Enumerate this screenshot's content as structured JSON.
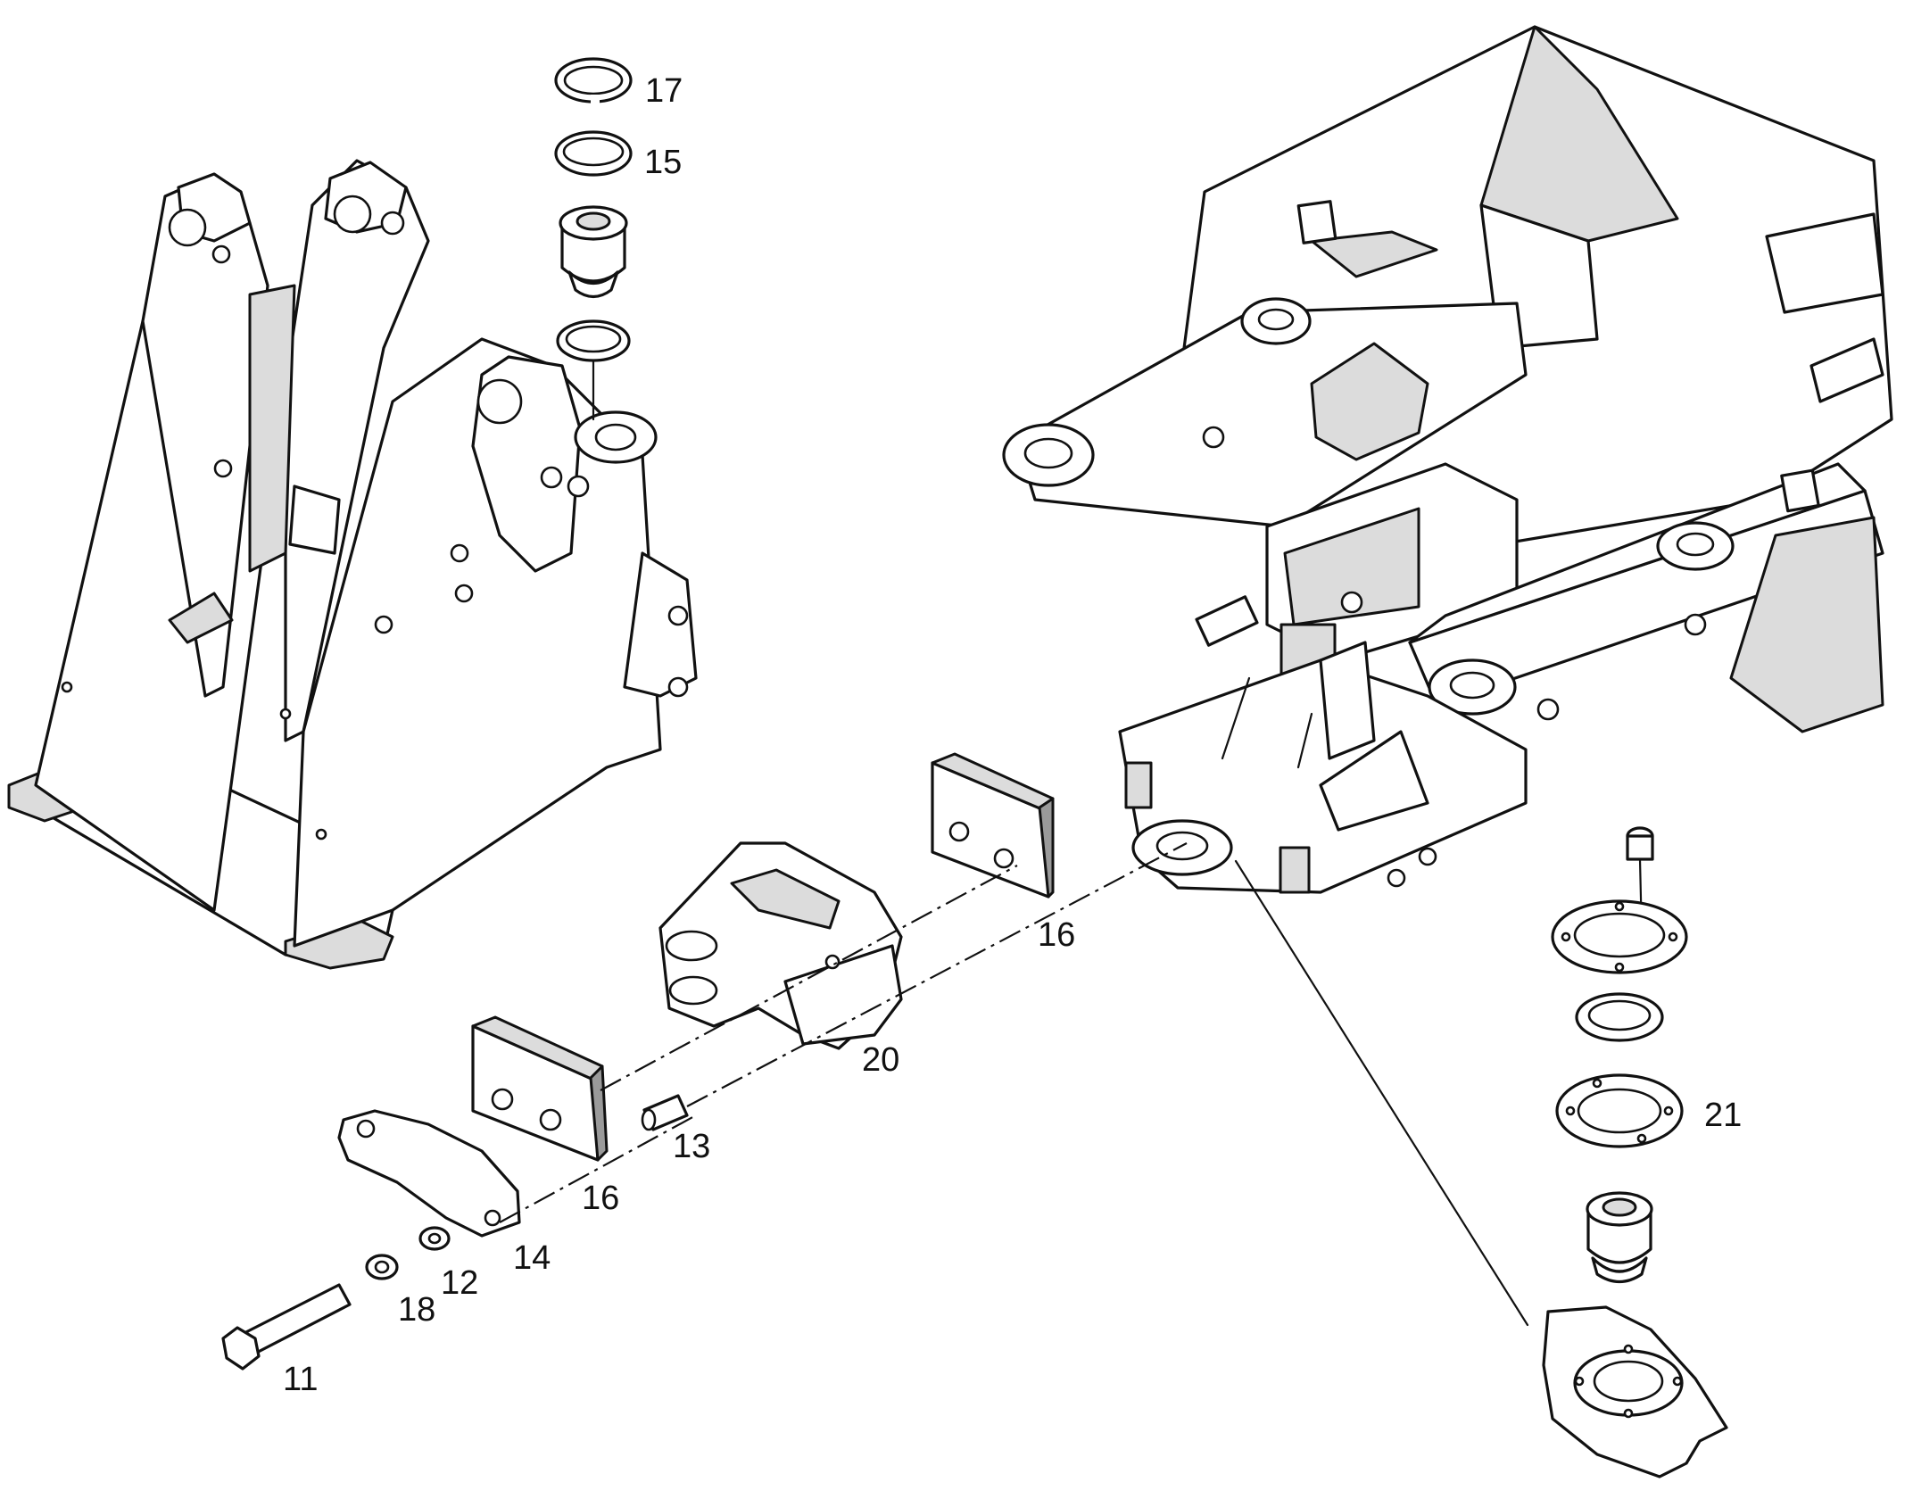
{
  "callouts": {
    "c11": "11",
    "c12": "12",
    "c13": "13",
    "c14": "14",
    "c15": "15",
    "c16a": "16",
    "c16b": "16",
    "c17": "17",
    "c18": "18",
    "c20": "20",
    "c21": "21"
  }
}
